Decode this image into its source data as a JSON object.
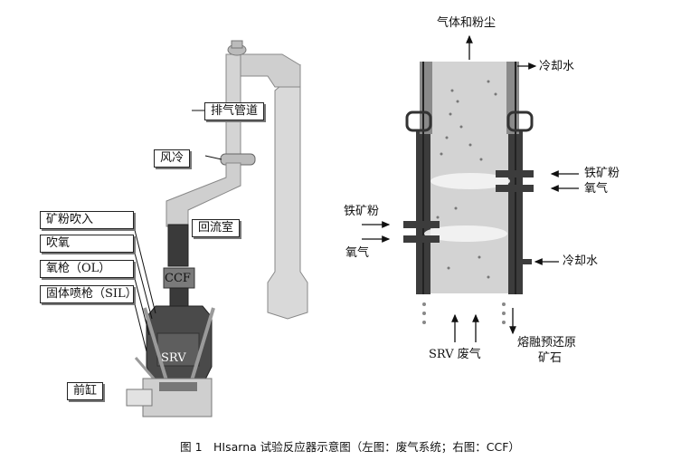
{
  "left": {
    "labels": {
      "exhaust_duct": "排气管道",
      "air_cooling": "风冷",
      "return_chamber": "回流室",
      "ore_injection": "矿粉吹入",
      "oxygen_blowing": "吹氧",
      "oxygen_lance": "氧枪（OL）",
      "solid_lance": "固体喷枪（SIL）",
      "forehearth": "前缸",
      "ccf": "CCF",
      "srv": "SRV"
    }
  },
  "right": {
    "labels": {
      "gas_dust": "气体和粉尘",
      "cooling_water_top": "冷却水",
      "iron_ore_right": "铁矿粉",
      "oxygen_right": "氧气",
      "iron_ore_left": "铁矿粉",
      "oxygen_left": "氧气",
      "cooling_water_right": "冷却水",
      "srv_offgas": "SRV 废气",
      "molten_ore_line1": "熔融预还原",
      "molten_ore_line2": "矿石"
    }
  },
  "caption": "图 1　HIsarna 试验反应器示意图（左图：废气系统；右图：CCF）",
  "colors": {
    "vessel_dark": "#4a4a4a",
    "duct_light": "#d9d9d9",
    "shell": "#3c3c3c"
  }
}
